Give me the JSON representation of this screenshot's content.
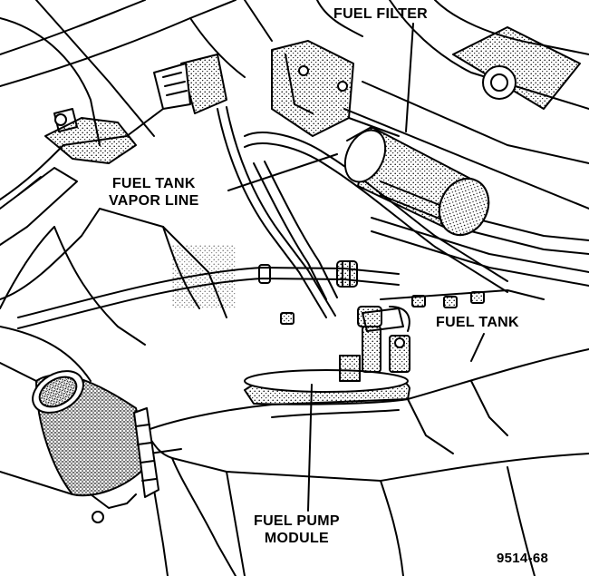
{
  "labels": {
    "fuel_filter": "FUEL FILTER",
    "vapor_line_1": "FUEL TANK",
    "vapor_line_2": "VAPOR LINE",
    "fuel_tank": "FUEL TANK",
    "pump_module_1": "FUEL PUMP",
    "pump_module_2": "MODULE",
    "figure_number": "9514-68"
  },
  "colors": {
    "ink": "#000000",
    "paper": "#ffffff"
  }
}
